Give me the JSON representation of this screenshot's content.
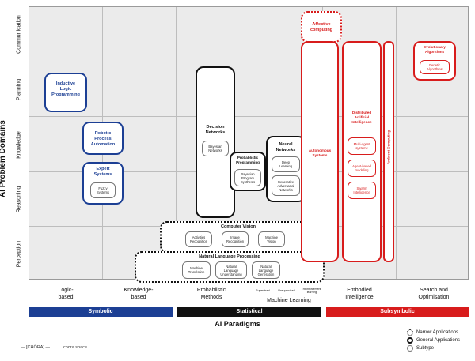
{
  "axes": {
    "y_title": "AI Problem Domains",
    "y_labels": [
      "Communication",
      "Planning",
      "Knowledge",
      "Reasoning",
      "Perception"
    ],
    "x_labels": [
      "Logic-\nbased",
      "Knowledge-\nbased",
      "Probablistic\nMethods",
      "Machine Learning",
      "Embodied\nIntelligence",
      "Search and\nOptimisation"
    ],
    "ml_sublabels": [
      "Supervised",
      "Unsupervised",
      "Reinforcement\nlearning"
    ],
    "x_title": "AI Paradigms"
  },
  "paradigm_bars": [
    {
      "label": "Symbolic",
      "color": "#1c3f94"
    },
    {
      "label": "Statistical",
      "color": "#111111"
    },
    {
      "label": "Subsymbolic",
      "color": "#d81c1c"
    }
  ],
  "nodes": {
    "ilp": "Inductive\nLogic\nProgramming",
    "rpa": "Robotic\nProcess\nAutomation",
    "expert": "Expert\nSystems",
    "fuzzy": "Fuzzy\nSystems",
    "decision": "Decision\nNetworks",
    "bayesian": "Bayesian\nNetworks",
    "probprog": "Probablistic\nProgramming",
    "bayes_synth": "Bayesian\nProgram\nSynthesis",
    "neural": "Neural\nNetworks",
    "deep": "Deep\nLearning",
    "gan": "Generative\nAdversarial\nNetworks",
    "cv": "Computer Vision",
    "activities": "Activities\nRecognition",
    "image": "Image\nRecognition",
    "mvision": "Machine\nVision",
    "nlp": "Natural Language Processing",
    "translation": "Machine\nTranslation",
    "nlu": "Natural\nLanguage\nUnderstanding",
    "nlg": "Natural\nLanguage\nGeneration",
    "affective": "Affective\ncomputing",
    "autonomous": "Autonomous\nSystems",
    "dai": "Distributed\nArtificial\nIntelligence",
    "multiagent": "Multi-agent\nsystems",
    "agentmodel": "Agent-based\nmodeling",
    "swarm": "Swarm\nIntelligence",
    "ambient": "Ambient Computing",
    "evolutionary": "Evolutionary\nAlgorithms",
    "genetic": "Genetic\nAlgorithms"
  },
  "legend": {
    "narrow": "Narrow Applications",
    "general": "General Applications",
    "subtype": "Subtype"
  },
  "footer": {
    "brand": "— [CHÖRA] —",
    "site": "chora.space"
  }
}
